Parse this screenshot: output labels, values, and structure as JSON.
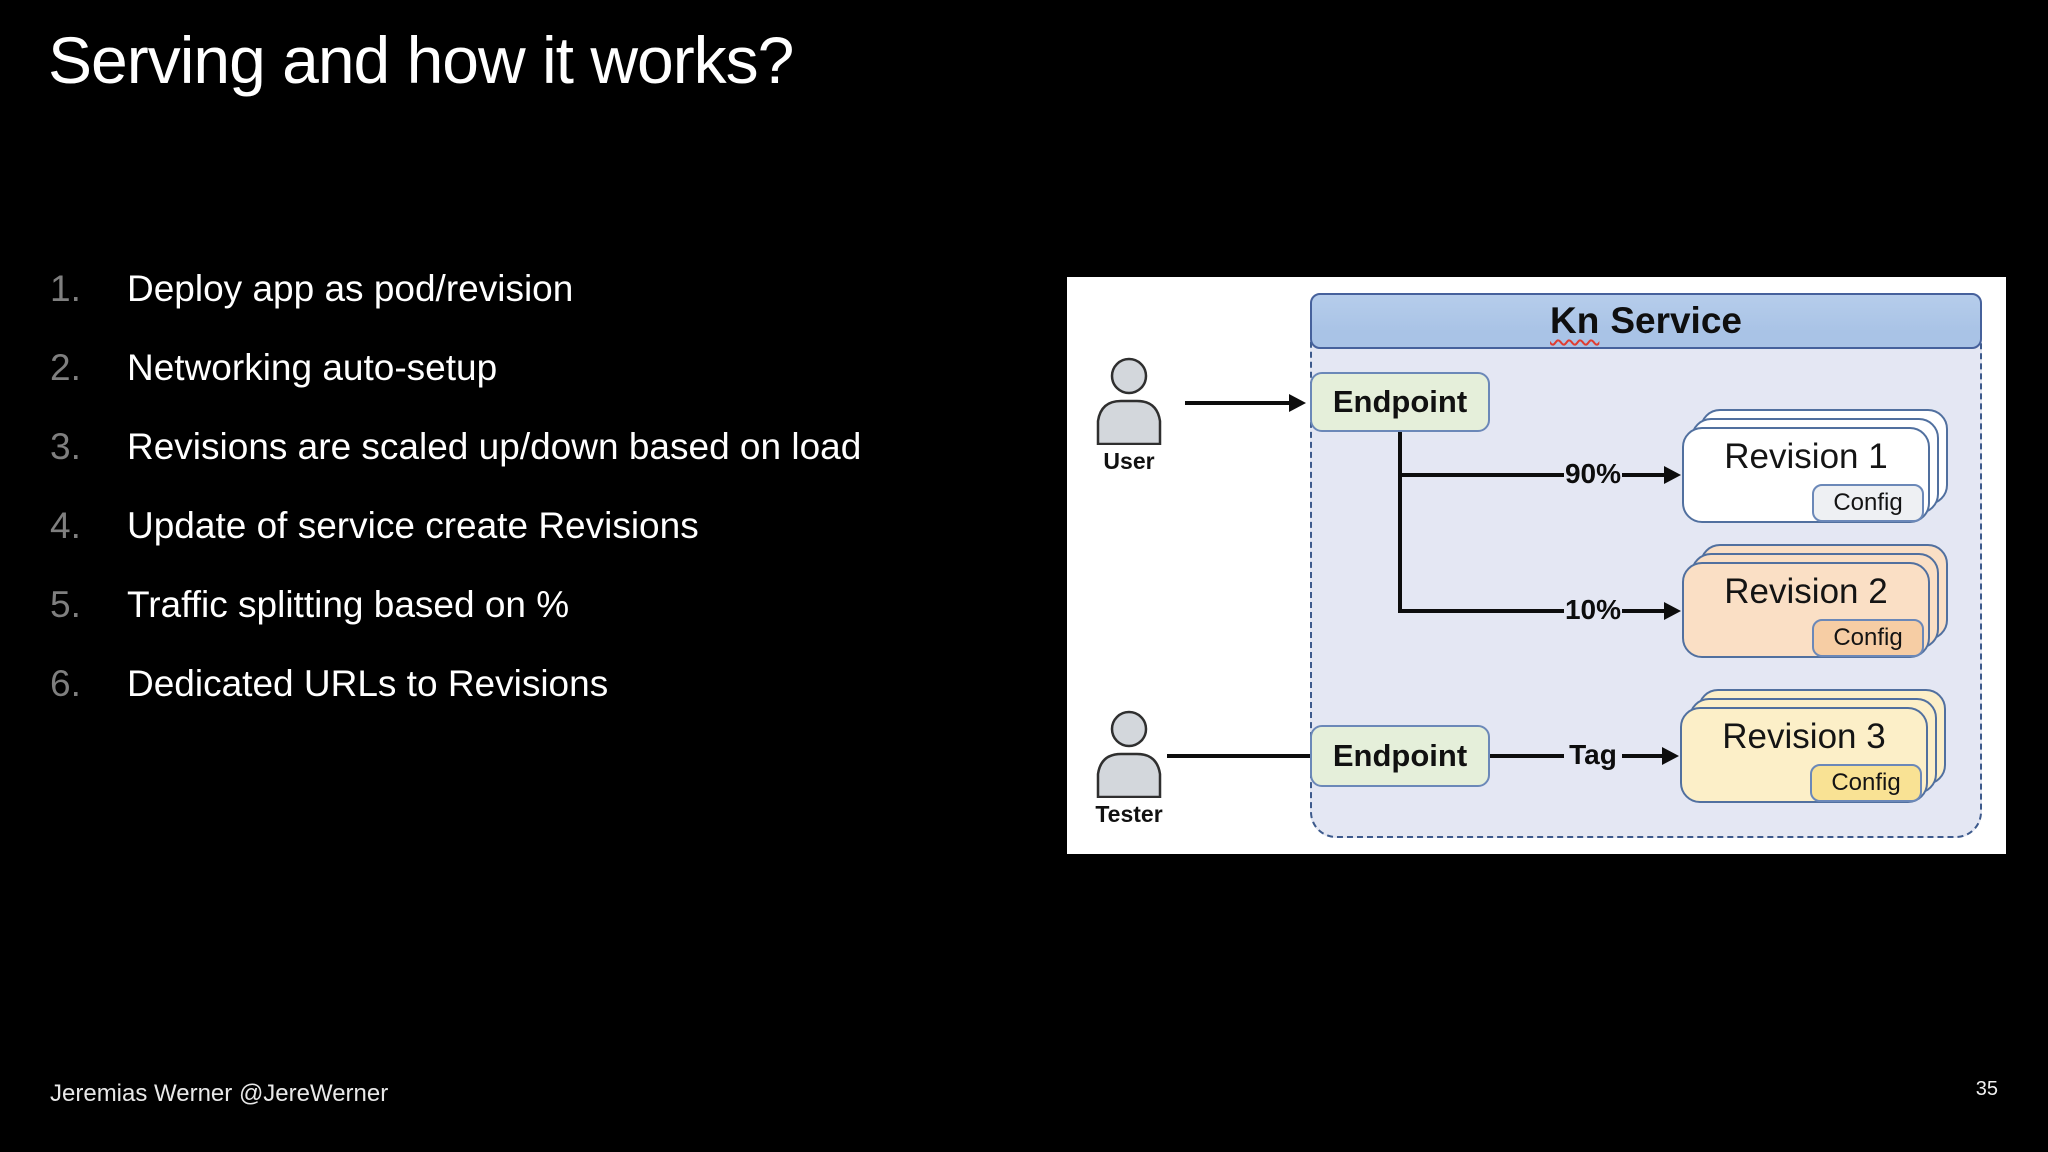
{
  "slide": {
    "title": "Serving and how it works?",
    "list_items": [
      {
        "number": "1.",
        "text": "Deploy app as pod/revision"
      },
      {
        "number": "2.",
        "text": "Networking auto-setup"
      },
      {
        "number": "3.",
        "text": "Revisions are scaled up/down based on load"
      },
      {
        "number": "4.",
        "text": "Update of service create Revisions"
      },
      {
        "number": "5.",
        "text": "Traffic splitting based on %"
      },
      {
        "number": "6.",
        "text": "Dedicated URLs to Revisions"
      }
    ],
    "footer_credit": "Jeremias Werner @JereWerner",
    "page_number": "35"
  },
  "diagram": {
    "service_title": {
      "word1": "Kn",
      "word2": "Service"
    },
    "actors": [
      {
        "label": "User"
      },
      {
        "label": "Tester"
      }
    ],
    "endpoints": [
      {
        "label": "Endpoint"
      },
      {
        "label": "Endpoint"
      }
    ],
    "routes": [
      {
        "label": "90%",
        "target": "Revision 1"
      },
      {
        "label": "10%",
        "target": "Revision 2"
      },
      {
        "label": "Tag",
        "target": "Revision 3"
      }
    ],
    "revisions": [
      {
        "label": "Revision 1",
        "config_label": "Config",
        "fill": "#ffffff",
        "config_fill": "#eef0f3"
      },
      {
        "label": "Revision 2",
        "config_label": "Config",
        "fill": "#fadfc5",
        "config_fill": "#f6cda4"
      },
      {
        "label": "Revision 3",
        "config_label": "Config",
        "fill": "#fcefc8",
        "config_fill": "#f9e294"
      }
    ],
    "colors": {
      "slide_bg": "#000000",
      "panel_bg": "#ffffff",
      "header_fill": "#a9c3e6",
      "header_border": "#46619c",
      "region_fill": "#e4e7f3",
      "region_border": "#3d5a8c",
      "endpoint_fill": "#e5efda",
      "endpoint_border": "#6b88b8",
      "card_border": "#51709f",
      "config_border": "#6b88b8",
      "line": "#0d0d0d",
      "list_number": "#7f7f7f",
      "spellcheck_red": "#e03c31"
    }
  }
}
